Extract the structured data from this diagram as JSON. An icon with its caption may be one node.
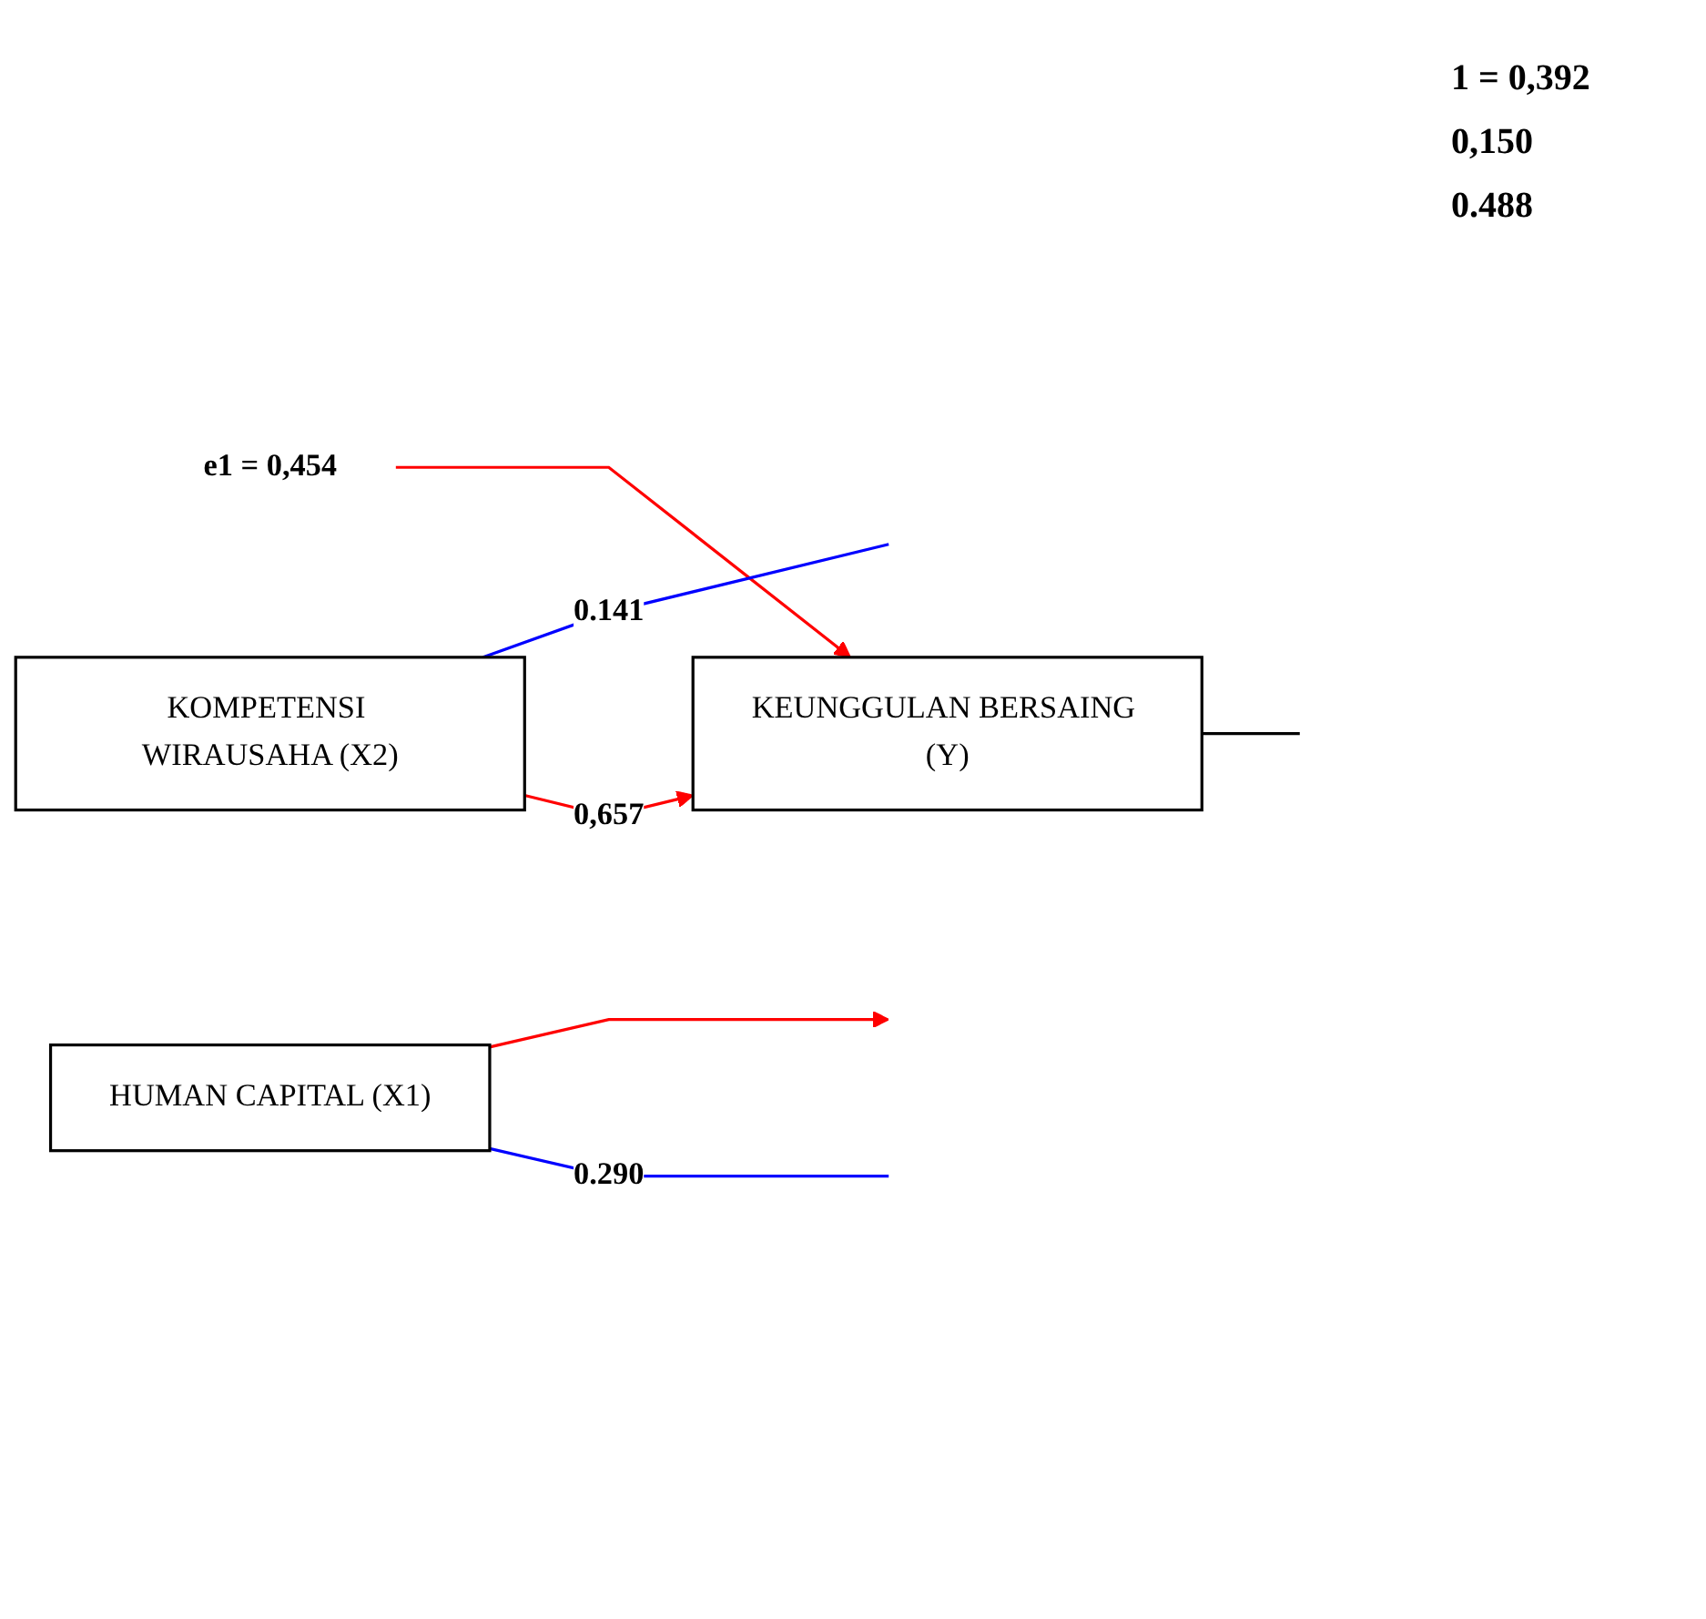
{
  "diagram": {
    "nodes": [
      {
        "text": [
          "HUMAN CAPITAL (X1)"
        ]
      },
      {
        "text": [
          "KEUNGGULAN BERSAING (Y)"
        ]
      },
      {
        "text": [
          "KOMPETENSI WIRAUSAHA (X2)"
        ]
      },
      {
        "text": [
          "e1 = 0,454"
        ]
      }
    ],
    "edges": [
      {
        "from": 0,
        "to": null,
        "arrow": "none",
        "label": "0.290",
        "color": "#0000ff"
      },
      {
        "from": 0,
        "to": null,
        "arrow": "to",
        "color": "#ff0000"
      },
      {
        "from": 3,
        "to": 1,
        "arrow": "to",
        "color": "#ff0000"
      },
      {
        "from": 2,
        "to": 1,
        "arrow": "to",
        "label": "0,657",
        "color": "#ff0000"
      },
      {
        "from": 1,
        "to": null,
        "arrow": "none",
        "color": "#000000"
      },
      {
        "from": 2,
        "to": null,
        "arrow": "none",
        "label": "0.141",
        "color": "#0000ff"
      }
    ],
    "labels": [
      "1 = 0,392",
      "0,150",
      "0.488"
    ]
  }
}
